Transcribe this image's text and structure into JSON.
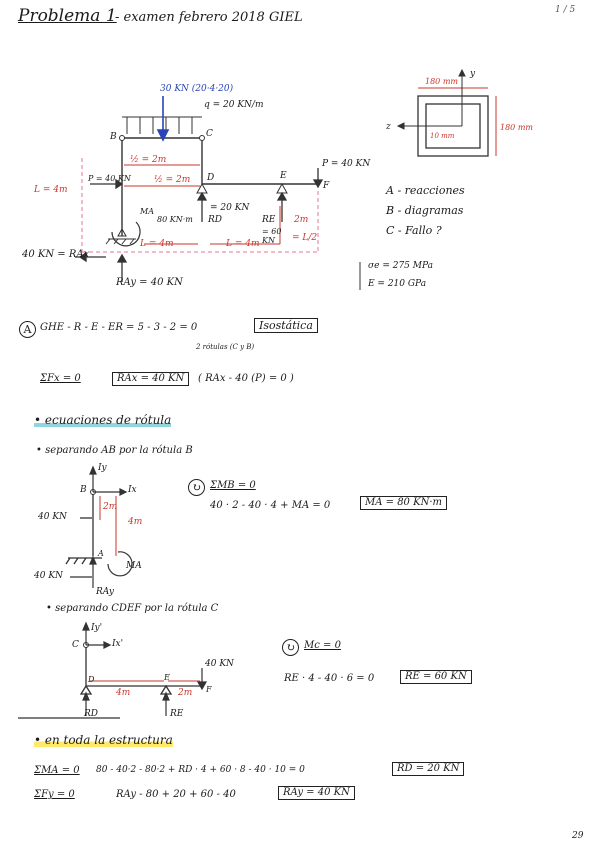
{
  "page": {
    "title": "Problema 1",
    "subtitle": "- examen febrero 2018 GIEL",
    "page_tag": "1 / 5",
    "page_number": "29"
  },
  "main_diagram": {
    "load_top": "30 KN (20·4·20)",
    "dist_load": "q = 20 KN/m",
    "label_B": "B",
    "label_C": "C",
    "dim_2m_top": "½ = 2m",
    "dim_2m_mid": "½ = 2m",
    "point_D": "D",
    "point_E": "E",
    "point_F": "F",
    "load_F": "P = 40 KN",
    "height": "L = 4m",
    "load_left": "P = 40 KN",
    "moment_A": "MA",
    "moment_80": "80 KN·m",
    "rd_label": "RD",
    "rd_value": "= 20 KN",
    "re_label": "RE",
    "re_value": "= 60 KN",
    "dim_2m_right": "2m",
    "dim_L2": "= L/2",
    "dim_L_bottom": "L = 4m",
    "dim_L_bottom2": "L = 4m",
    "rax": "40 KN = RAx",
    "ray": "RAy = 40 KN"
  },
  "section": {
    "dim_w": "180 mm",
    "dim_h": "180 mm",
    "dim_t": "10 mm",
    "axis_y": "y",
    "axis_z": "z"
  },
  "tasks": [
    "A - reacciones",
    "B - diagramas",
    "C - Fallo ?"
  ],
  "material": [
    "σe = 275 MPa",
    "E = 210 GPa"
  ],
  "partA": {
    "letter": "A",
    "equation": "GHE - R - E - ER = 5 - 3 - 2 = 0",
    "boxed": "Isostática",
    "note": "2 rótulas (C y B)",
    "sum_fx": "ΣFx = 0",
    "sum_fx_result": "RAx = 40 KN",
    "sum_fx_detail": "( RAx - 40 (P) = 0 )"
  },
  "rotulas": {
    "heading": "• ecuaciones de rótula",
    "sep_ab": "• separando AB por la rótula B",
    "fig1": {
      "iy": "Iy",
      "ix": "Ix",
      "b": "B",
      "d2m": "2m",
      "d4m": "4m",
      "load": "40 KN",
      "a": "A",
      "rax": "40 KN",
      "ma": "MA",
      "ray": "RAy"
    },
    "eq1_label": "ΣMB = 0",
    "eq1": "40 · 2 - 40 · 4 + MA = 0",
    "eq1_result": "MA = 80 KN·m",
    "sep_cdef": "• separando CDEF por la rótula C",
    "fig2": {
      "iy": "Iy'",
      "ix": "Ix'",
      "c": "C",
      "d": "D",
      "e": "E",
      "f": "F",
      "d4m": "4m",
      "d2m": "2m",
      "load": "40 KN",
      "rd": "RD",
      "re": "RE"
    },
    "eq2_label": "Mc = 0",
    "eq2": "RE · 4 - 40 · 6 = 0",
    "eq2_result": "RE = 60 KN"
  },
  "whole": {
    "heading": "• en toda la estructura",
    "eq3_label": "ΣMA = 0",
    "eq3": "80 - 40·2 - 80·2 + RD · 4 + 60 · 8 - 40 · 10 = 0",
    "eq3_result": "RD = 20 KN",
    "eq4_label": "ΣFy = 0",
    "eq4": "RAy - 80 + 20 + 60 - 40",
    "eq4_result": "RAy = 40 KN"
  }
}
